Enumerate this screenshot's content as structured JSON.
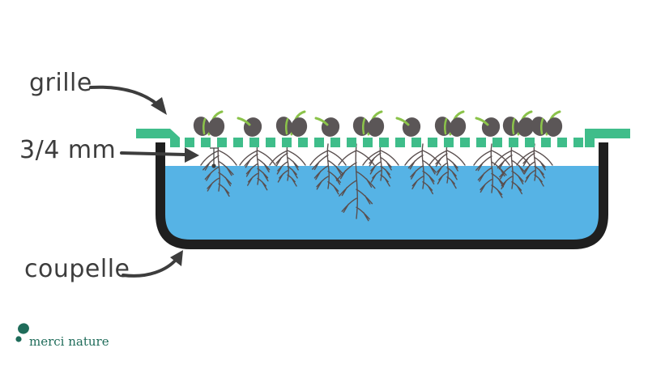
{
  "labels": {
    "grille": "grille",
    "dimension": "3/4 mm",
    "coupelle": "coupelle"
  },
  "brand": {
    "name": "merci nature",
    "logo_icon": "two-dots-leaf-icon"
  },
  "colors": {
    "water": "#56b3e5",
    "grid": "#3fbd8a",
    "tray": "#1f1f1f",
    "seed": "#5b5657",
    "sprout": "#8bc34a",
    "root": "#5a4f4f",
    "text": "#3d3d3d",
    "brand": "#1f6c5a"
  }
}
